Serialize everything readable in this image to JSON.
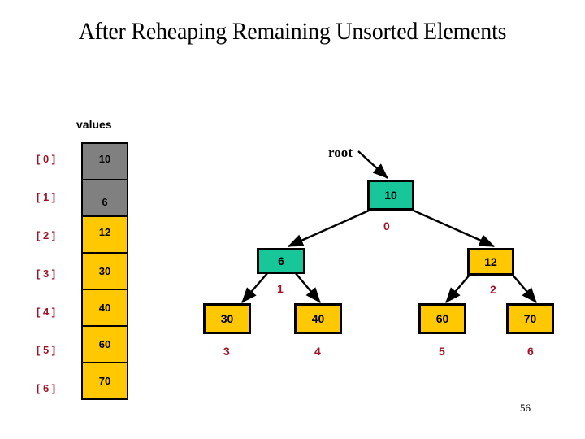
{
  "slide": {
    "title": "After Reheaping Remaining Unsorted Elements",
    "page_number": "56",
    "background_color": "#FFFFFF"
  },
  "colors": {
    "sorted_gray": "#808080",
    "unsorted_yellow": "#FFC800",
    "heap_teal": "#17C79A",
    "index_red": "#A11226",
    "outline_black": "#000000"
  },
  "array": {
    "label": "values",
    "cells": [
      {
        "index_label": "[ 0 ]",
        "value": "10",
        "fill": "gray"
      },
      {
        "index_label": "[ 1 ]",
        "value": "6",
        "fill": "gray"
      },
      {
        "index_label": "[ 2 ]",
        "value": "12",
        "fill": "yellow"
      },
      {
        "index_label": "[ 3 ]",
        "value": "30",
        "fill": "yellow"
      },
      {
        "index_label": "[ 4 ]",
        "value": "40",
        "fill": "yellow"
      },
      {
        "index_label": "[ 5 ]",
        "value": "60",
        "fill": "yellow"
      },
      {
        "index_label": "[ 6 ]",
        "value": "70",
        "fill": "yellow"
      }
    ]
  },
  "tree": {
    "root_pointer_label": "root",
    "nodes": [
      {
        "id": "n0",
        "value": "10",
        "index_label": "0",
        "fill": "teal"
      },
      {
        "id": "n1",
        "value": "6",
        "index_label": "1",
        "fill": "teal"
      },
      {
        "id": "n2",
        "value": "12",
        "index_label": "2",
        "fill": "yellow"
      },
      {
        "id": "n3",
        "value": "30",
        "index_label": "3",
        "fill": "yellow"
      },
      {
        "id": "n4",
        "value": "40",
        "index_label": "4",
        "fill": "yellow"
      },
      {
        "id": "n5",
        "value": "60",
        "index_label": "5",
        "fill": "yellow"
      },
      {
        "id": "n6",
        "value": "70",
        "index_label": "6",
        "fill": "yellow"
      }
    ],
    "edges": [
      {
        "from": "n0",
        "to": "n1"
      },
      {
        "from": "n0",
        "to": "n2"
      },
      {
        "from": "n1",
        "to": "n3"
      },
      {
        "from": "n1",
        "to": "n4"
      },
      {
        "from": "n2",
        "to": "n5"
      },
      {
        "from": "n2",
        "to": "n6"
      }
    ]
  }
}
